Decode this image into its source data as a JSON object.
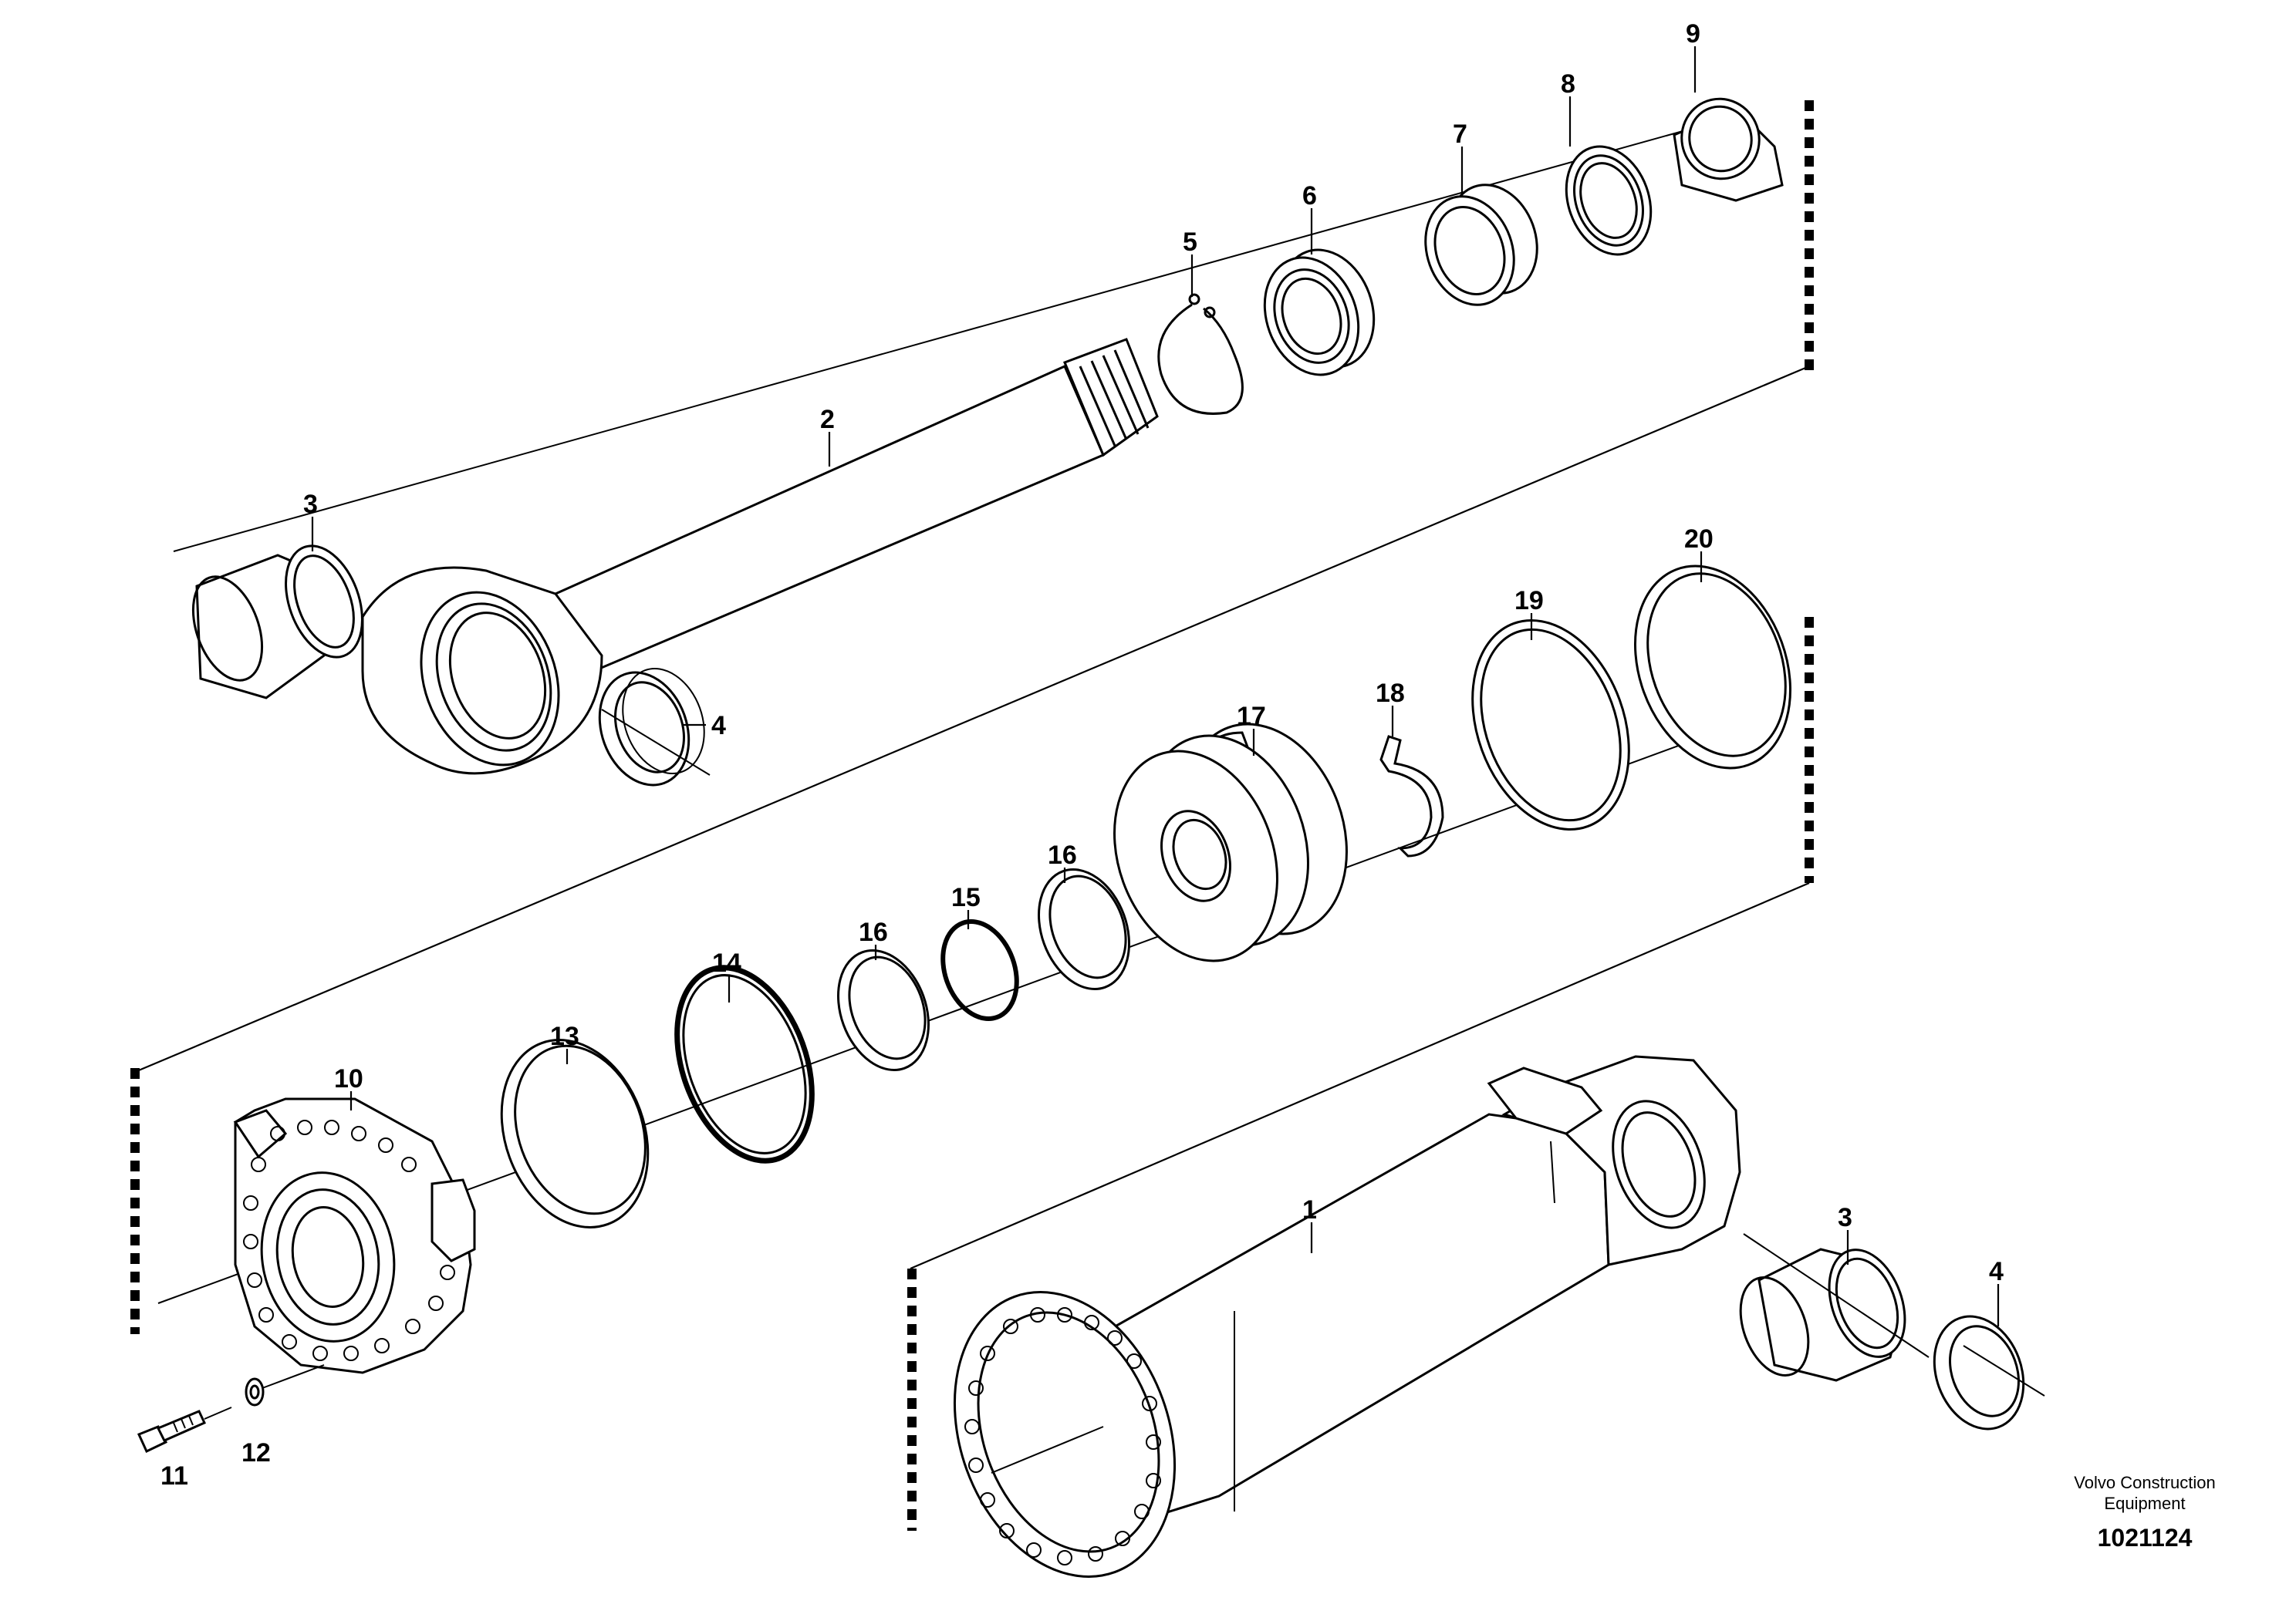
{
  "labels": {
    "p1": "1",
    "p2": "2",
    "p3a": "3",
    "p3b": "3",
    "p4a": "4",
    "p4b": "4",
    "p5": "5",
    "p6": "6",
    "p7": "7",
    "p8": "8",
    "p9": "9",
    "p10": "10",
    "p11": "11",
    "p12": "12",
    "p13": "13",
    "p14": "14",
    "p15": "15",
    "p16a": "16",
    "p16b": "16",
    "p17": "17",
    "p18": "18",
    "p19": "19",
    "p20": "20"
  },
  "credit": {
    "line1": "Volvo Construction",
    "line2": "Equipment"
  },
  "document_number": "1021124"
}
